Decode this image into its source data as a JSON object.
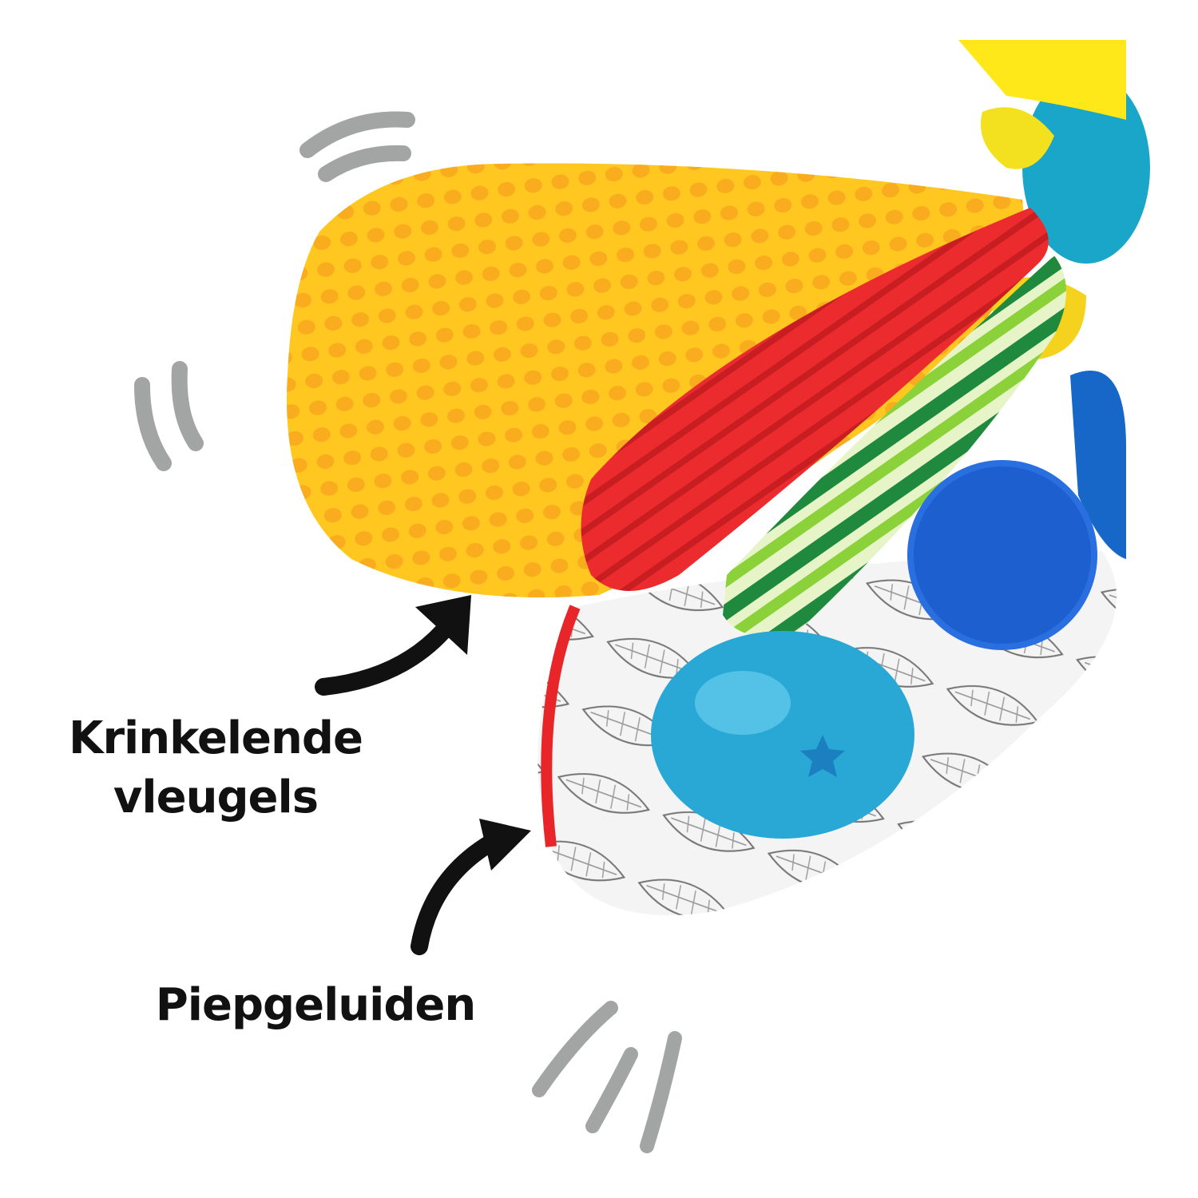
{
  "labels": {
    "wings": [
      "Krinkelende",
      "vleugels"
    ],
    "squeak": "Piepgeluiden"
  },
  "colors": {
    "motion_lines": "#a3a5a4",
    "arrow": "#111111",
    "wing_yellow": "#ffc21a",
    "wing_dots": "#f8a21a",
    "red_leg": "#e8262a",
    "green_leg": "#3fa84a",
    "blue_ball": "#29a8d6",
    "blue_patch": "#1e5fd0",
    "body_teal": "#1aa6c8"
  }
}
